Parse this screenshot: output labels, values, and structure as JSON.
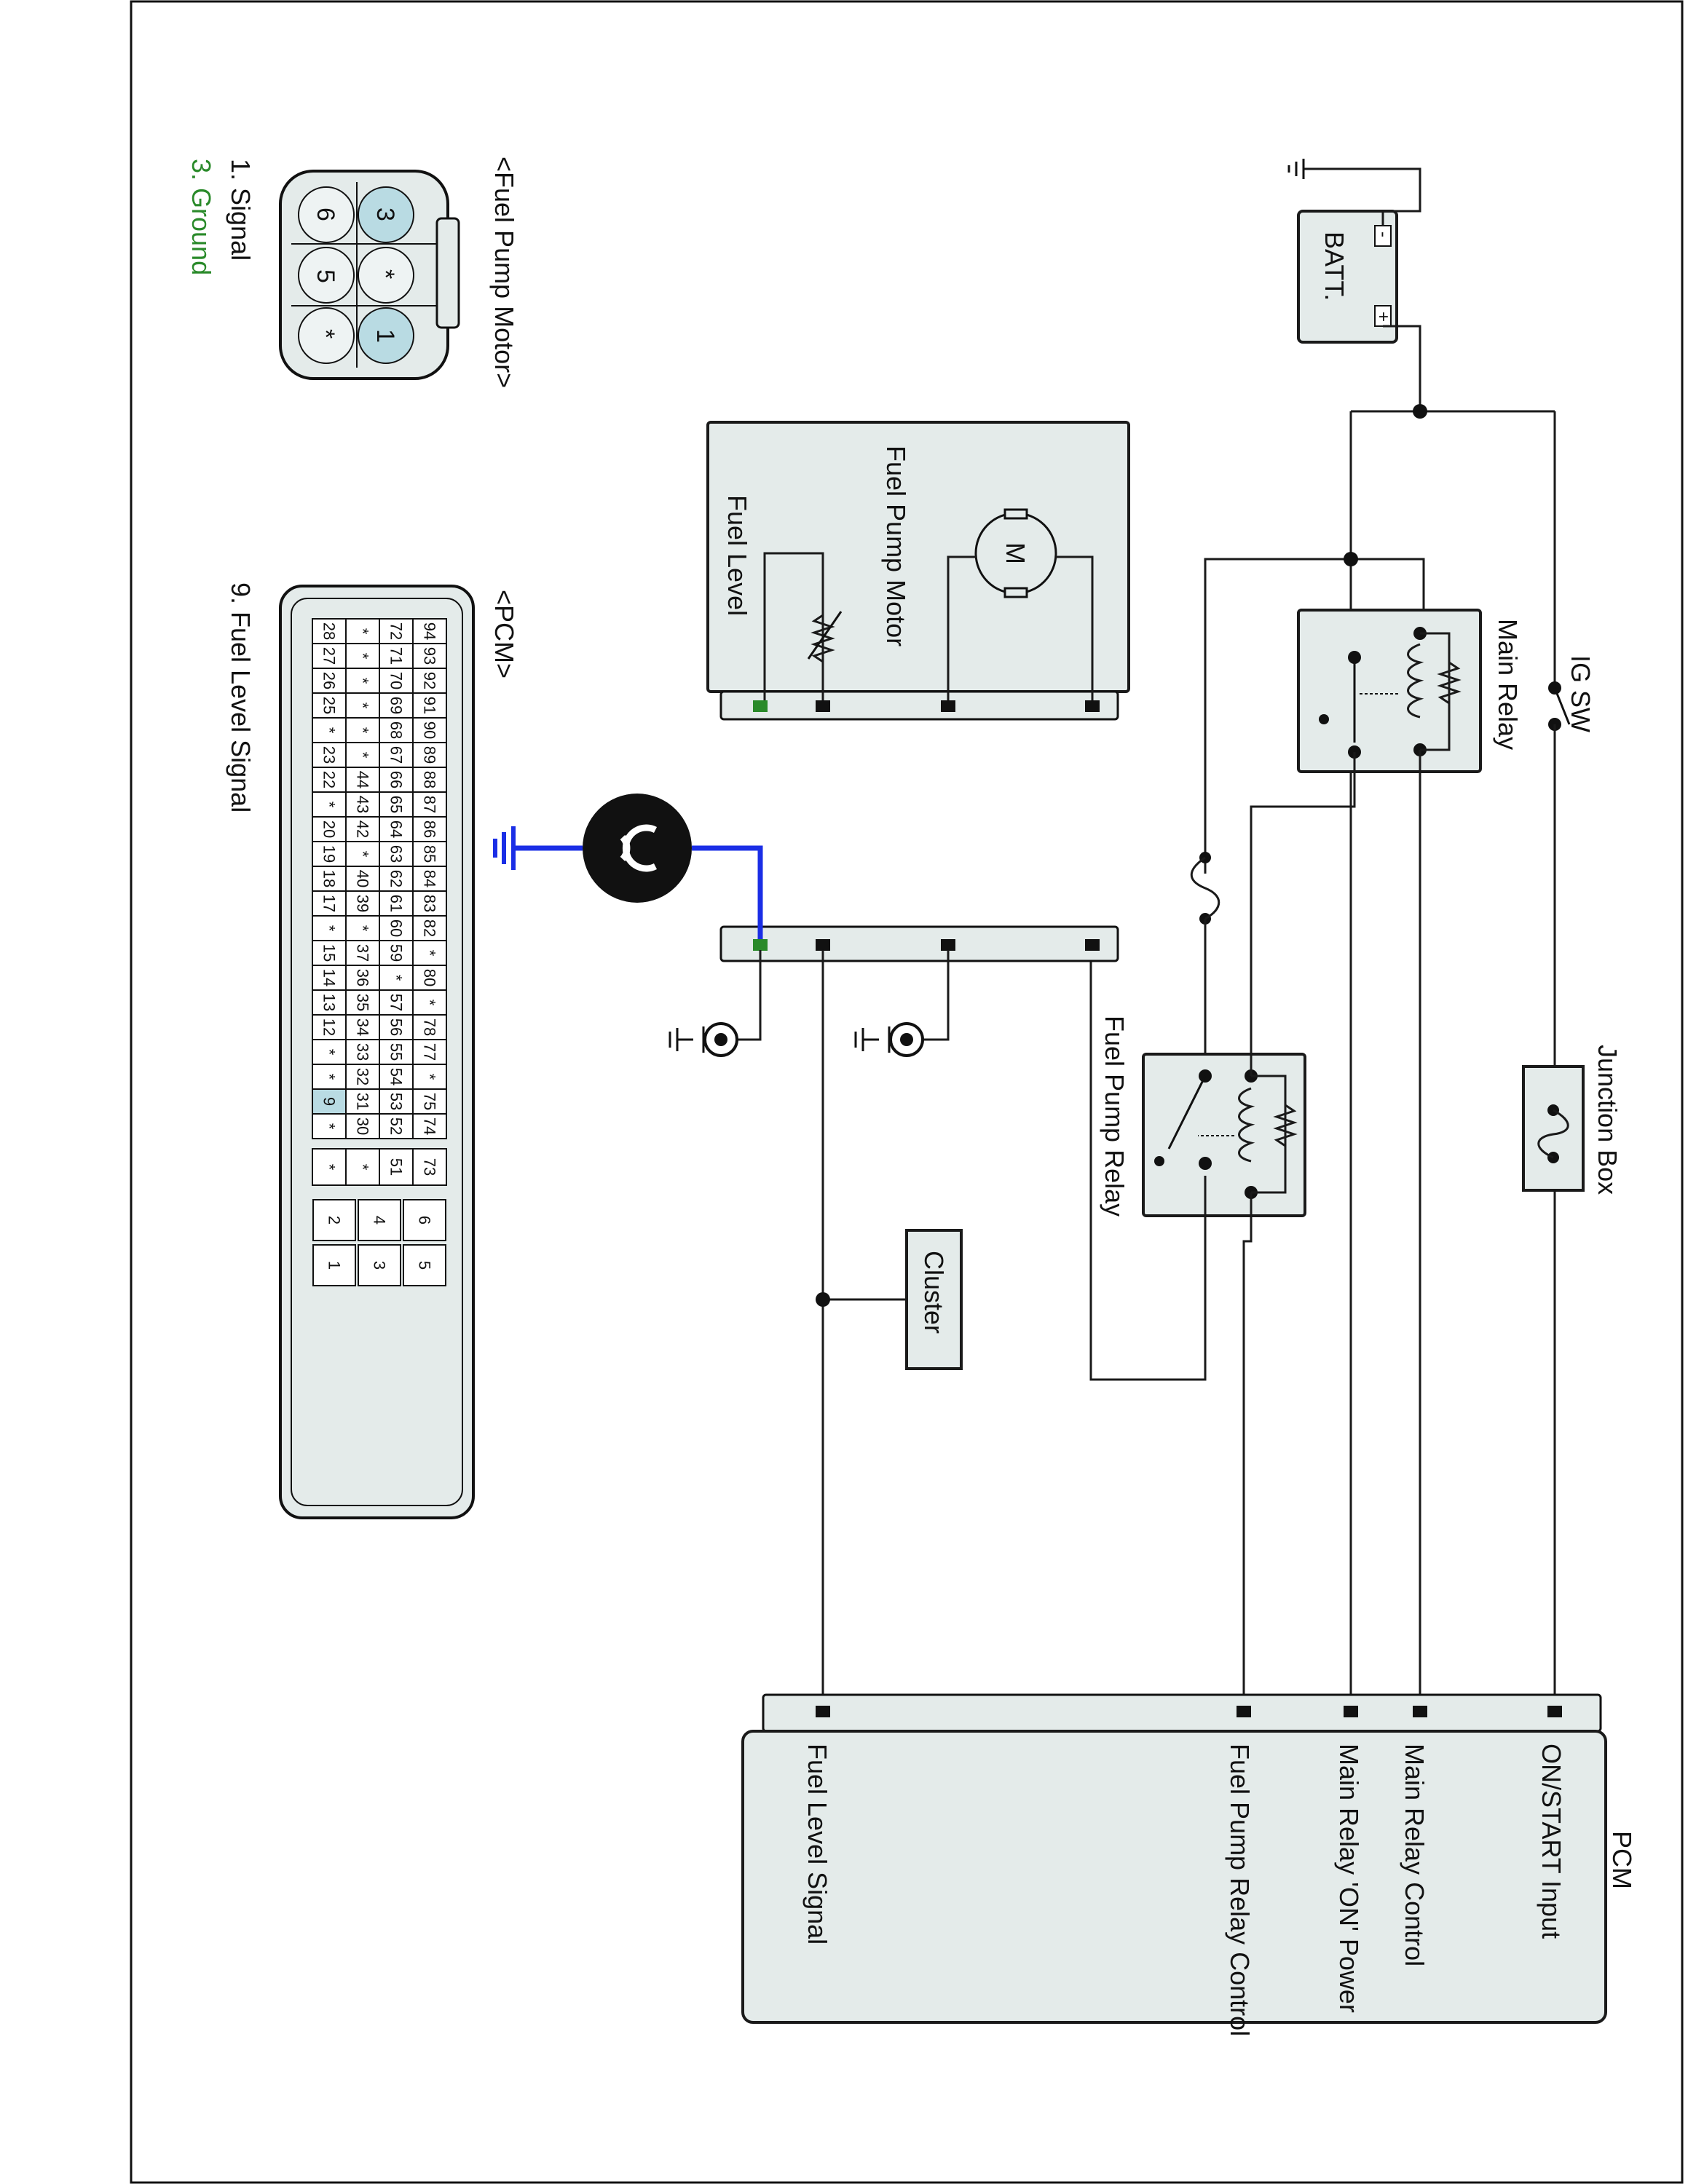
{
  "components": {
    "ig_sw": "IG SW",
    "main_relay": "Main Relay",
    "junction_box": "Junction Box",
    "fuel_pump_relay": "Fuel Pump Relay",
    "cluster": "Cluster",
    "motor_symbol": "M",
    "fuel_pump_motor": "Fuel Pump Motor",
    "fuel_level": "Fuel Level",
    "battery": "BATT.",
    "battery_minus": "-",
    "battery_plus": "+"
  },
  "pcm": {
    "title": "PCM",
    "pins": [
      "ON/START Input",
      "Main Relay Control",
      "Main Relay 'ON' Power",
      "Fuel Pump Relay Control",
      "Fuel Level Signal"
    ]
  },
  "connectors": {
    "fuel_pump_motor": {
      "title": "<Fuel Pump Motor>",
      "cavities": [
        "3",
        "*",
        "1",
        "6",
        "5",
        "*"
      ],
      "legend": [
        "1. Signal",
        "3. Ground"
      ]
    },
    "pcm": {
      "title": "<PCM>",
      "legend": [
        "9. Fuel Level Signal"
      ],
      "rows": [
        [
          "94",
          "93",
          "92",
          "91",
          "90",
          "89",
          "88",
          "87",
          "86",
          "85",
          "84",
          "83",
          "82",
          "*",
          "80",
          "*",
          "78",
          "77",
          "*",
          "75",
          "74"
        ],
        [
          "72",
          "71",
          "70",
          "69",
          "68",
          "67",
          "66",
          "65",
          "64",
          "63",
          "62",
          "61",
          "60",
          "59",
          "*",
          "57",
          "56",
          "55",
          "54",
          "53",
          "52"
        ],
        [
          "*",
          "*",
          "*",
          "*",
          "*",
          "*",
          "44",
          "43",
          "42",
          "*",
          "40",
          "39",
          "*",
          "37",
          "36",
          "35",
          "34",
          "33",
          "32",
          "31",
          "30"
        ],
        [
          "28",
          "27",
          "26",
          "25",
          "*",
          "23",
          "22",
          "*",
          "20",
          "19",
          "18",
          "17",
          "*",
          "15",
          "14",
          "13",
          "12",
          "*",
          "*",
          "9",
          "*"
        ]
      ],
      "extra_column": [
        "73",
        "51",
        "*",
        "*"
      ],
      "power_block": [
        [
          "6",
          "5"
        ],
        [
          "4",
          "3"
        ],
        [
          "2",
          "1"
        ]
      ]
    }
  },
  "colors": {
    "ground_wire": "#1a2ee6",
    "highlight_pin": "#b9dbe3",
    "signal_pin": "#2a8a2a",
    "legend_ground": "#2a8a2a"
  }
}
